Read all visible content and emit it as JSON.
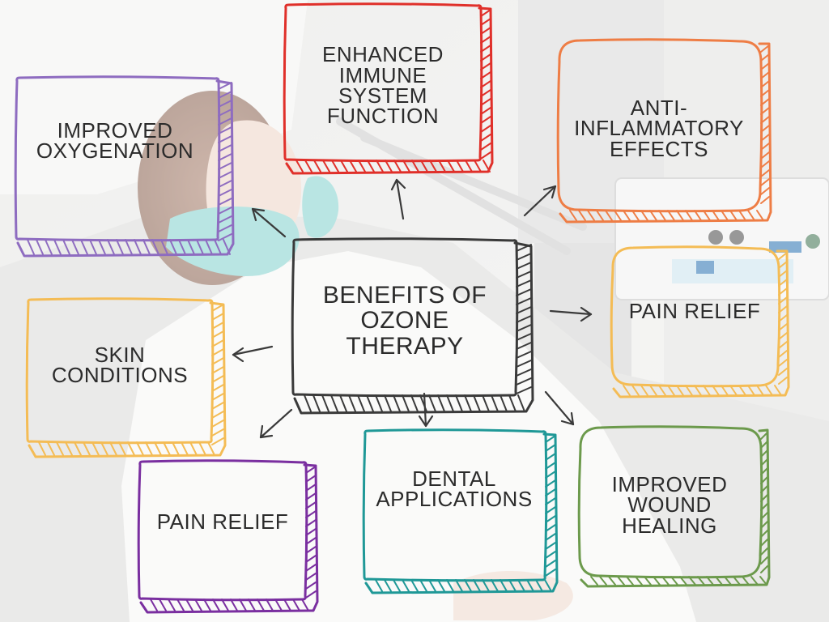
{
  "diagram": {
    "center": {
      "text": "BENEFITS OF\nOZONE\nTHERAPY",
      "color": "#3a3a3a"
    },
    "nodes": [
      {
        "id": "improved-oxygenation",
        "text": "IMPROVED\nOXYGENATION",
        "color": "#8e6cc0"
      },
      {
        "id": "enhanced-immune-system-function",
        "text": "ENHANCED\nIMMUNE\nSYSTEM\nFUNCTION",
        "color": "#e0302a"
      },
      {
        "id": "anti-inflammatory-effects",
        "text": "ANTI-\nINFLAMMATORY\nEFFECTS",
        "color": "#ee7d45"
      },
      {
        "id": "pain-relief-right",
        "text": "PAIN RELIEF",
        "color": "#f4bc55"
      },
      {
        "id": "improved-wound-healing",
        "text": "IMPROVED\nWOUND\nHEALING",
        "color": "#6c9a4c"
      },
      {
        "id": "dental-applications",
        "text": "DENTAL\nAPPLICATIONS",
        "color": "#1f9897"
      },
      {
        "id": "pain-relief-left",
        "text": "PAIN RELIEF",
        "color": "#7a2fa0"
      },
      {
        "id": "skin-conditions",
        "text": "SKIN\nCONDITIONS",
        "color": "#f4bc55"
      }
    ]
  }
}
